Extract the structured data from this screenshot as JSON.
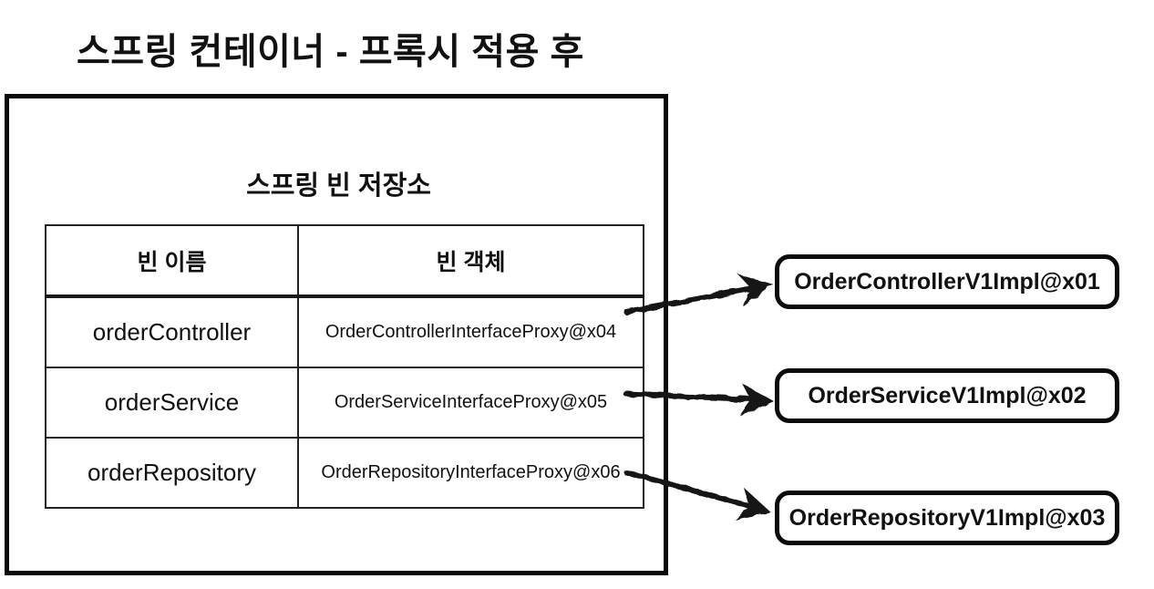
{
  "title": "스프링 컨테이너 - 프록시 적용 후",
  "container": {
    "heading": "스프링 빈 저장소",
    "table": {
      "headers": [
        "빈 이름",
        "빈 객체"
      ],
      "rows": [
        {
          "bean_name": "orderController",
          "bean_object": "OrderControllerInterfaceProxy@x04"
        },
        {
          "bean_name": "orderService",
          "bean_object": "OrderServiceInterfaceProxy@x05"
        },
        {
          "bean_name": "orderRepository",
          "bean_object": "OrderRepositoryInterfaceProxy@x06"
        }
      ]
    }
  },
  "targets": [
    {
      "label": "OrderControllerV1Impl@x01"
    },
    {
      "label": "OrderServiceV1Impl@x02"
    },
    {
      "label": "OrderRepositoryV1Impl@x03"
    }
  ],
  "colors": {
    "ink": "#111111",
    "background": "#ffffff"
  }
}
